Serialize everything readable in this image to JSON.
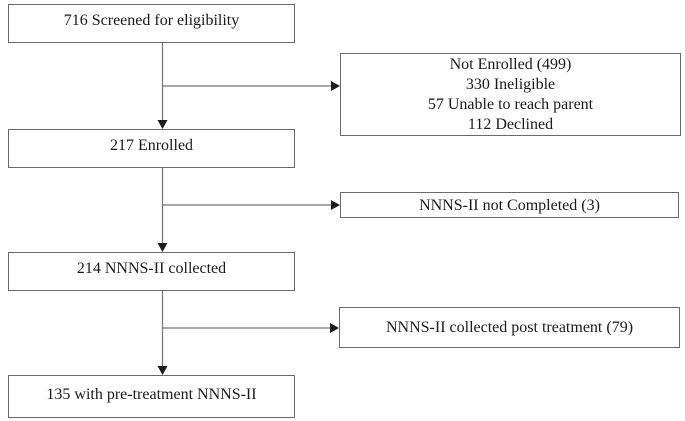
{
  "figure": {
    "colors": {
      "background": "#ffffff",
      "box_border": "#6b6b6b",
      "line": "#757575",
      "arrowhead": "#1c1c1c",
      "text": "#1a1a1a"
    }
  },
  "boxes": {
    "screened": {
      "label": "716 Screened for eligibility"
    },
    "not_enrolled": {
      "lines": [
        "Not Enrolled (499)",
        "330 Ineligible",
        "57 Unable to reach parent",
        "112 Declined"
      ]
    },
    "enrolled": {
      "label": "217 Enrolled"
    },
    "nnns_not_completed": {
      "label": "NNNS-II not Completed (3)"
    },
    "nnns_collected": {
      "label": "214 NNNS-II collected"
    },
    "nnns_post_treatment": {
      "label": "NNNS-II collected post treatment (79)"
    },
    "pre_treatment": {
      "label": "135 with pre-treatment NNNS-II"
    }
  }
}
